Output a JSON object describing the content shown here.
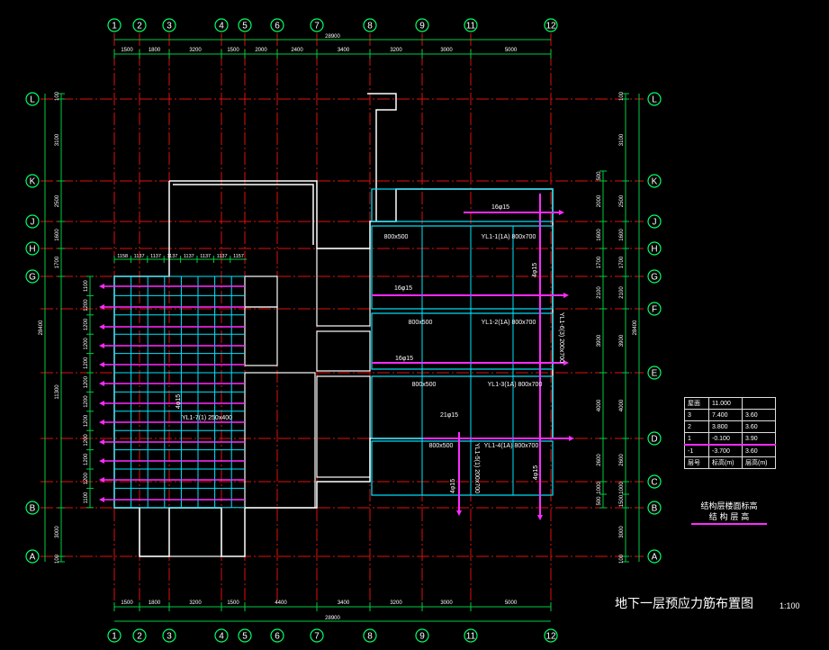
{
  "drawing": {
    "title": "地下一层预应力筋布置图",
    "scale": "1:100",
    "colors": {
      "background": "#000000",
      "axis_line": "#e01010",
      "grid_bubble": "#00ff66",
      "dimension": "#00cc44",
      "wall": "#ffffff",
      "beam": "#00e5ff",
      "tendon": "#ff2bff",
      "label": "#ffffff"
    }
  },
  "axes": {
    "vertical": [
      "1",
      "2",
      "3",
      "4",
      "5",
      "6",
      "7",
      "8",
      "9",
      "11",
      "12"
    ],
    "horizontal_left": [
      "L",
      "K",
      "J",
      "H",
      "G",
      "B",
      "A"
    ],
    "horizontal_right": [
      "L",
      "K",
      "J",
      "H",
      "G",
      "F",
      "E",
      "D",
      "C",
      "B",
      "A"
    ]
  },
  "dimensions": {
    "top_segments": [
      "1500",
      "1800",
      "3200",
      "1500",
      "2000",
      "2400",
      "3400",
      "3200",
      "3000",
      "5000"
    ],
    "top_total": "28900",
    "bottom_segments": [
      "1500",
      "1800",
      "3200",
      "1500",
      "4400",
      "3400",
      "3200",
      "3000",
      "5000"
    ],
    "bottom_total": "28900",
    "left_segments": [
      "100",
      "3100",
      "2500",
      "1600",
      "1700",
      "11300",
      "3000",
      "100"
    ],
    "left_total": "28400",
    "left_inner": [
      "1100",
      "1200",
      "1200",
      "1200",
      "1200",
      "1200",
      "1200",
      "1200",
      "1200",
      "1200",
      "1200",
      "1100"
    ],
    "right_segments": [
      "100",
      "3100",
      "2500",
      "1600",
      "1700",
      "2100",
      "3900",
      "4000",
      "2600",
      "1000",
      "1500",
      "3000",
      "100"
    ],
    "right_total": "28400",
    "right_inner": [
      "500",
      "2000",
      "1600",
      "1700",
      "2100",
      "3900",
      "4000",
      "2600",
      "1000",
      "500"
    ],
    "slab_strip": [
      "1158",
      "1137",
      "1137",
      "1137",
      "1137",
      "1137",
      "1137",
      "1157"
    ]
  },
  "annotations": {
    "beams": [
      "800x500",
      "800x500",
      "800x500",
      "800x500"
    ],
    "beam_marks": [
      "YL1-1(1A) 800x700",
      "YL1-2(1A) 800x700",
      "YL1-3(1A) 800x700",
      "YL1-4(1A) 800x700",
      "YL1-5(1) 200x700",
      "YL1-6(3) 200x700",
      "YL1-7(1) 250x400"
    ],
    "tendons": [
      "16φ15",
      "16φ15",
      "16φ15",
      "21φ15",
      "4φ15",
      "4φ15",
      "4φ15",
      "4φ15"
    ]
  },
  "level_table": {
    "rows": [
      [
        "屋面",
        "11.000",
        ""
      ],
      [
        "3",
        "7.400",
        "3.60"
      ],
      [
        "2",
        "3.800",
        "3.60"
      ],
      [
        "1",
        "-0.100",
        "3.90"
      ],
      [
        "-1",
        "-3.700",
        "3.60"
      ],
      [
        "层号",
        "标高(m)",
        "层高(m)"
      ]
    ],
    "current_row": 3,
    "caption_line1": "结构层楼面标高",
    "caption_line2": "结 构 层 高"
  }
}
